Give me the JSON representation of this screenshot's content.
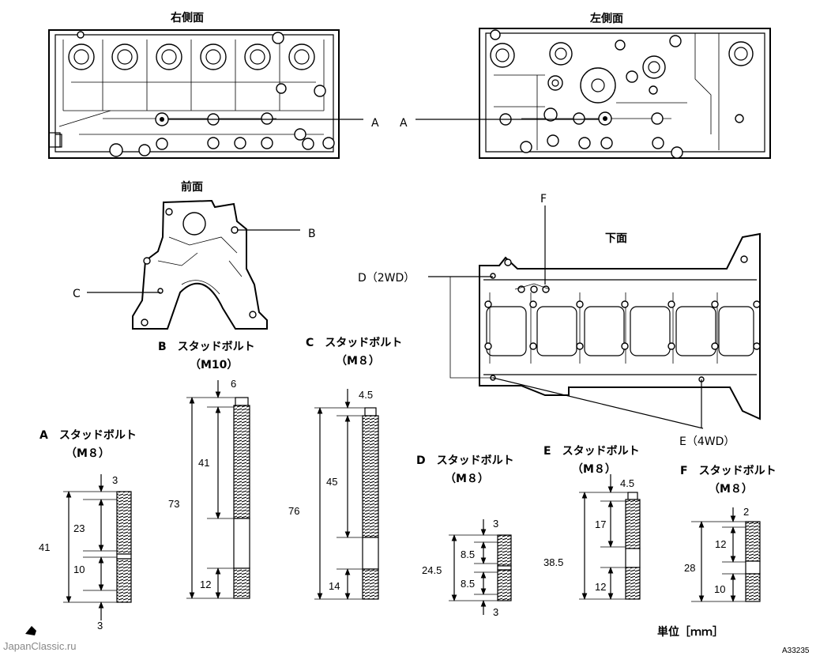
{
  "views": {
    "right_side": "右側面",
    "left_side": "左側面",
    "front": "前面",
    "bottom": "下面"
  },
  "callouts": {
    "a_right": "A",
    "a_left": "A",
    "b": "B",
    "c": "C",
    "d": "D（2WD）",
    "e": "E（4WD）",
    "f": "F"
  },
  "bolts": {
    "a": {
      "title": "A　スタッドボルト",
      "size": "（M８）",
      "dims": [
        "3",
        "23",
        "41",
        "10",
        "3"
      ]
    },
    "b": {
      "title": "B　スタッドボルト",
      "size": "（M10）",
      "dims": [
        "6",
        "41",
        "73",
        "12"
      ]
    },
    "c": {
      "title": "C　スタッドボルト",
      "size": "（M８）",
      "dims": [
        "4.5",
        "45",
        "76",
        "14"
      ]
    },
    "d": {
      "title": "D　スタッドボルト",
      "size": "（M８）",
      "dims": [
        "3",
        "8.5",
        "24.5",
        "8.5",
        "3"
      ]
    },
    "e": {
      "title": "E　スタッドボルト",
      "size": "（M８）",
      "dims": [
        "4.5",
        "17",
        "38.5",
        "12"
      ]
    },
    "f": {
      "title": "F　スタッドボルト",
      "size": "（M８）",
      "dims": [
        "2",
        "12",
        "28",
        "10"
      ]
    }
  },
  "unit": "単位［ｍｍ］",
  "watermark": "JapanClassic.ru",
  "figure_code": "A33235"
}
